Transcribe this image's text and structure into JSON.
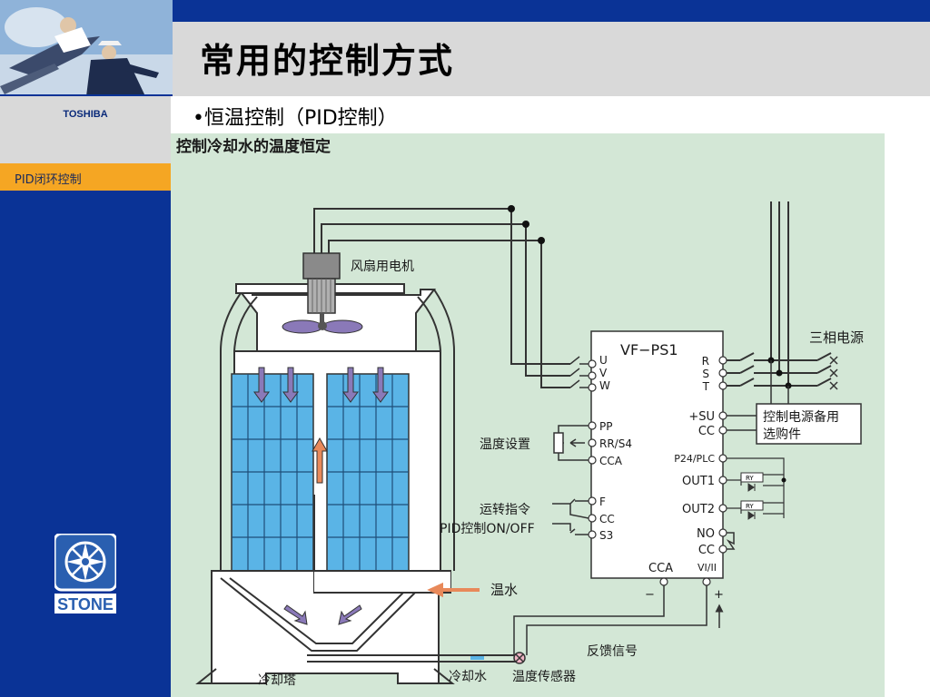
{
  "slide": {
    "title": "常用的控制方式",
    "bullet_mark": "•",
    "bullet_text": "恒温控制（PID控制）"
  },
  "sidebar": {
    "brand": "TOSHIBA",
    "nav_item": "PID闭环控制",
    "logo_text": "STONE"
  },
  "diagram": {
    "heading": "控制冷却水的温度恒定",
    "fan_motor": "风扇用电机",
    "inverter": "VF−PS1",
    "three_phase": "三相电源",
    "ctrl_power": "控制电源备用",
    "ctrl_power_2": "选购件",
    "temp_setting": "温度设置",
    "run_cmd": "运转指令",
    "pid_onoff": "PID控制ON/OFF",
    "warm_water": "温水",
    "cooling_tower": "冷却塔",
    "cooling_water": "冷却水",
    "temp_sensor": "温度传感器",
    "feedback": "反馈信号",
    "terminals_left": [
      "U",
      "V",
      "W",
      "PP",
      "RR/S4",
      "CCA",
      "F",
      "CC",
      "S3"
    ],
    "terminals_right": [
      "R",
      "S",
      "T",
      "+SU",
      "CC",
      "P24/PLC",
      "OUT1",
      "OUT2",
      "NO",
      "CC",
      "VI/II"
    ],
    "cca_bottom": "CCA",
    "minus": "−",
    "plus": "+",
    "ry": "RY"
  },
  "colors": {
    "sidebar": "#0a3396",
    "accent": "#f5a623",
    "title_bar": "#d9d9d9",
    "diagram_bg": "#d3e7d6",
    "fill_media": "#5ab4e6"
  }
}
